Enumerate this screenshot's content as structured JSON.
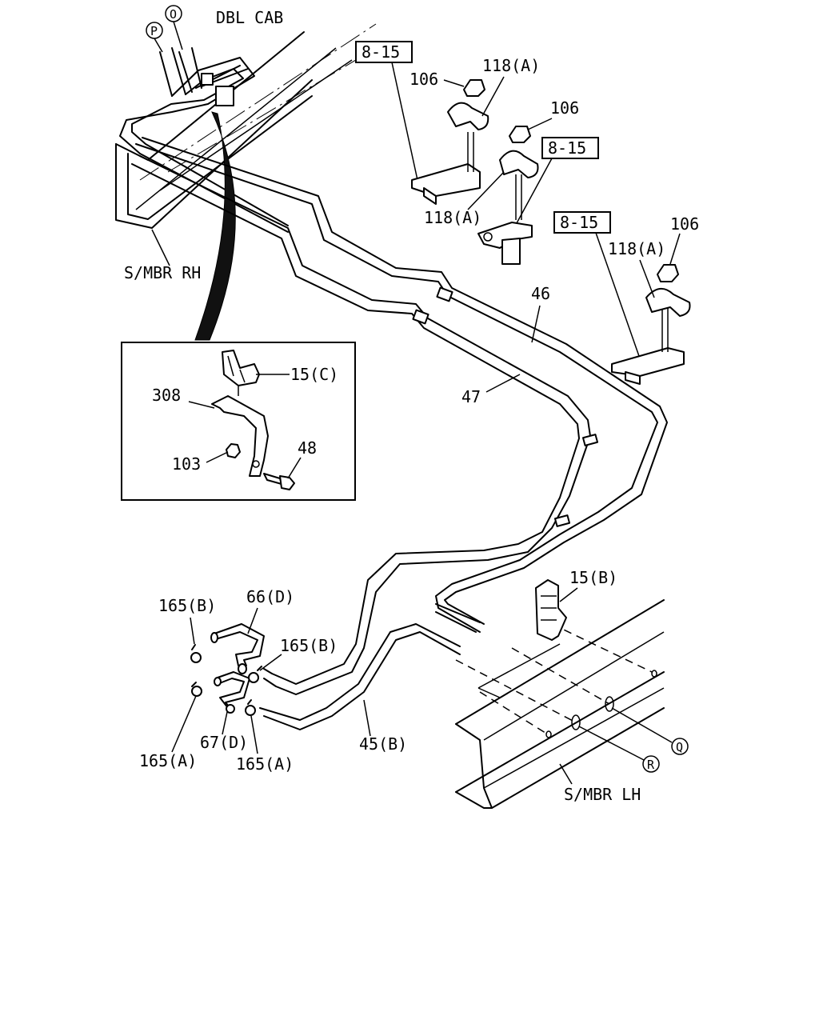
{
  "header_label": "DBL CAB",
  "frame_labels": {
    "right": "S/MBR RH",
    "left": "S/MBR LH"
  },
  "refs": {
    "ref_a": "8-15",
    "ref_b": "8-15",
    "ref_c": "8-15"
  },
  "circles": {
    "p": "P",
    "o": "O",
    "q": "Q",
    "r": "R"
  },
  "parts": {
    "n106_a": "106",
    "n106_b": "106",
    "n106_c": "106",
    "n118a_a": "118(A)",
    "n118a_b": "118(A)",
    "n118a_c": "118(A)",
    "n46": "46",
    "n47": "47",
    "n15c": "15(C)",
    "n308": "308",
    "n103": "103",
    "n48": "48",
    "n15b": "15(B)",
    "n165b_a": "165(B)",
    "n66d": "66(D)",
    "n165b_b": "165(B)",
    "n165a_a": "165(A)",
    "n67d": "67(D)",
    "n165a_b": "165(A)",
    "n45b": "45(B)"
  }
}
